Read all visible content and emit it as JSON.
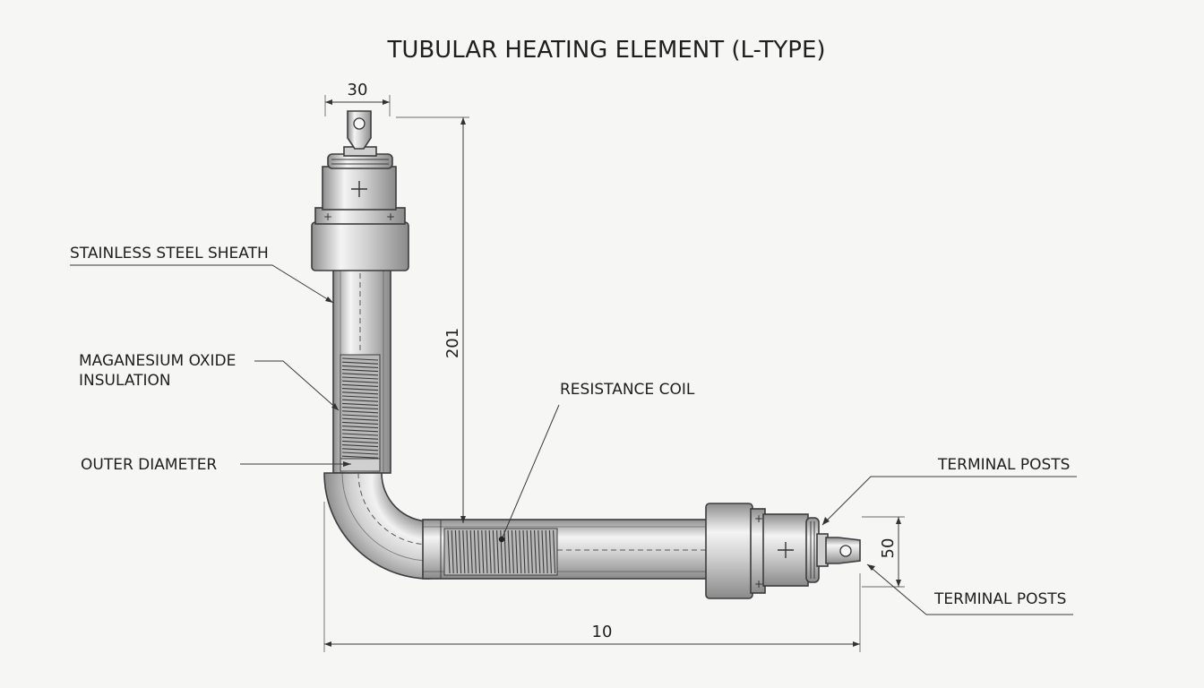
{
  "title": "TUBULAR HEATING ELEMENT (L-TYPE)",
  "callouts": {
    "sheath": "STAINLESS STEEL SHEATH",
    "insulation_line1": "MAGANESIUM OXIDE",
    "insulation_line2": "INSULATION",
    "outer_diameter": "OUTER DIAMETER",
    "coil": "RESISTANCE COIL",
    "terminal_top": "TERMINAL POSTS",
    "terminal_bottom": "TERMINAL POSTS"
  },
  "dimensions": {
    "top_width": "30",
    "vertical_length": "201",
    "horizontal_length": "10",
    "terminal_height": "50"
  },
  "colors": {
    "background": "#f6f6f5",
    "metal_light": "#f2f2f2",
    "metal_mid": "#c4c4c4",
    "metal_dark": "#8c8c8c",
    "line": "#3a3a3a"
  }
}
